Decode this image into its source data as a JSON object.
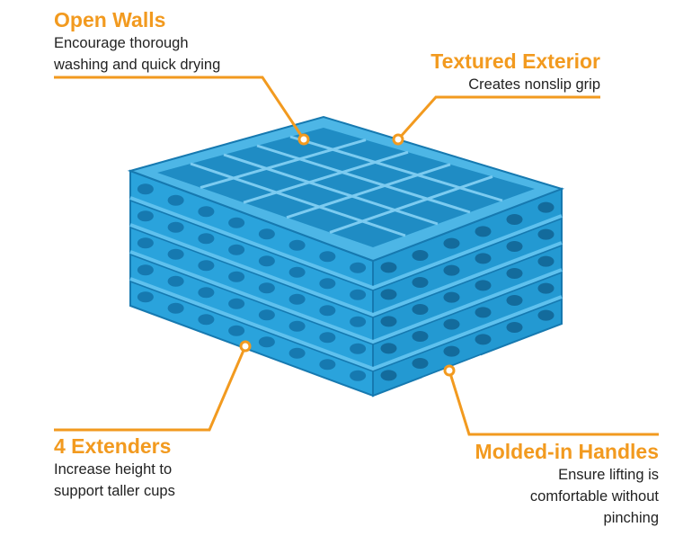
{
  "colors": {
    "accent": "#f29a1f",
    "rack": "#2aa3dc",
    "rack_dark": "#1679b0",
    "rack_light": "#7ccbf0",
    "text": "#222222"
  },
  "callouts": {
    "open_walls": {
      "title": "Open Walls",
      "desc1": "Encourage thorough",
      "desc2": "washing and quick drying"
    },
    "textured_exterior": {
      "title": "Textured Exterior",
      "desc1": "Creates nonslip grip"
    },
    "extenders": {
      "title": "4 Extenders",
      "desc1": "Increase height to",
      "desc2": "support taller cups"
    },
    "handles": {
      "title": "Molded-in Handles",
      "desc1": "Ensure lifting is",
      "desc2": "comfortable without",
      "desc3": "pinching"
    }
  }
}
